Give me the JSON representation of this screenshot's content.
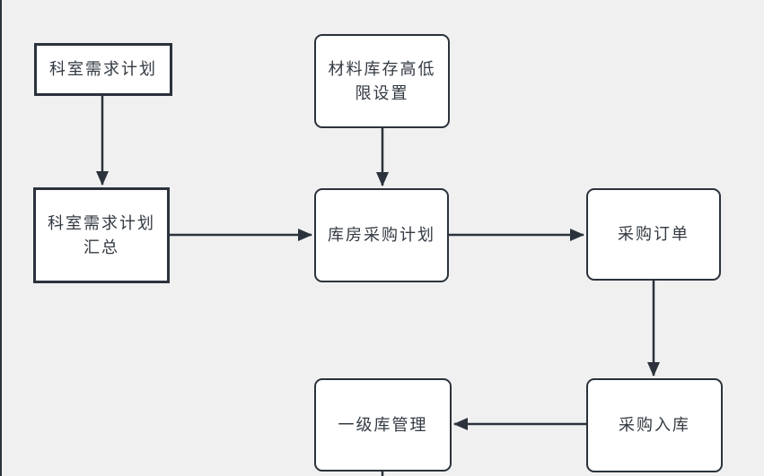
{
  "diagram": {
    "background_color": "#f0f0f1",
    "node_fill_color": "#ffffff",
    "stroke_color": "#2b323b",
    "text_color": "#333a42",
    "nodes": [
      {
        "id": "dept-demand-plan",
        "label": "科室需求计划",
        "shape": "rect"
      },
      {
        "id": "material-stock-limit",
        "label": "材料库存高低限设置",
        "shape": "rounded"
      },
      {
        "id": "dept-demand-plan-summary",
        "label": "科室需求计划汇总",
        "shape": "rect"
      },
      {
        "id": "warehouse-purchase-plan",
        "label": "库房采购计划",
        "shape": "rounded"
      },
      {
        "id": "purchase-order",
        "label": "采购订单",
        "shape": "rounded"
      },
      {
        "id": "purchase-inbound",
        "label": "采购入库",
        "shape": "rounded"
      },
      {
        "id": "level1-warehouse-mgmt",
        "label": "一级库管理",
        "shape": "rounded"
      }
    ],
    "edges": [
      {
        "from": "dept-demand-plan",
        "to": "dept-demand-plan-summary",
        "direction": "down"
      },
      {
        "from": "material-stock-limit",
        "to": "warehouse-purchase-plan",
        "direction": "down"
      },
      {
        "from": "dept-demand-plan-summary",
        "to": "warehouse-purchase-plan",
        "direction": "right"
      },
      {
        "from": "warehouse-purchase-plan",
        "to": "purchase-order",
        "direction": "right"
      },
      {
        "from": "purchase-order",
        "to": "purchase-inbound",
        "direction": "down"
      },
      {
        "from": "purchase-inbound",
        "to": "level1-warehouse-mgmt",
        "direction": "left"
      },
      {
        "from": "level1-warehouse-mgmt",
        "to": "offscreen-bottom",
        "direction": "down"
      }
    ]
  }
}
